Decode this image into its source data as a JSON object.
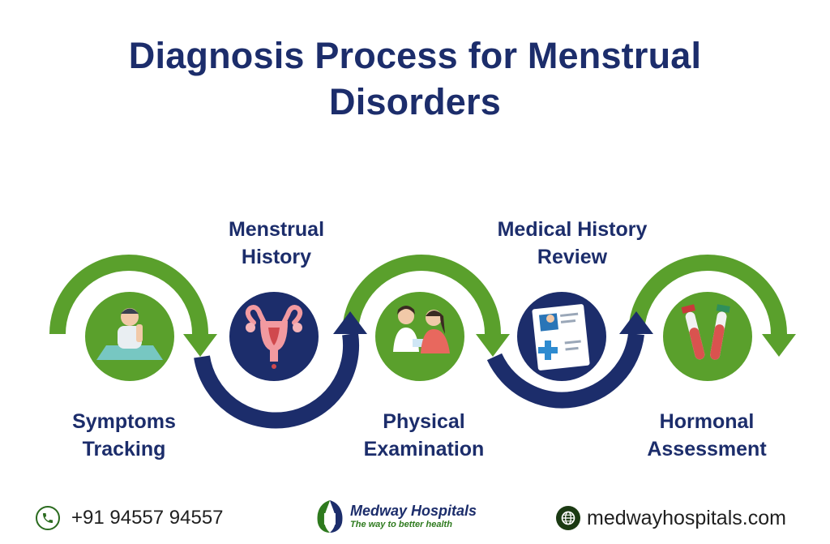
{
  "title": {
    "line1": "Diagnosis Process for Menstrual",
    "line2": "Disorders"
  },
  "steps": [
    {
      "line1": "Symptoms",
      "line2": "Tracking",
      "icon": "person-at-desk-icon"
    },
    {
      "line1": "Menstrual",
      "line2": "History",
      "icon": "uterus-icon"
    },
    {
      "line1": "Physical",
      "line2": "Examination",
      "icon": "doctor-patient-icon"
    },
    {
      "line1": "Medical History",
      "line2": "Review",
      "icon": "medical-record-icon"
    },
    {
      "line1": "Hormonal",
      "line2": "Assessment",
      "icon": "test-tubes-icon"
    }
  ],
  "footer": {
    "phone": "+91 94557 94557",
    "website": "medwayhospitals.com",
    "logo_name": "Medway Hospitals",
    "logo_tagline": "The way to better health"
  },
  "colors": {
    "navy": "#1c2d6b",
    "green": "#5aa02c",
    "dark_green": "#2b6b1f"
  }
}
